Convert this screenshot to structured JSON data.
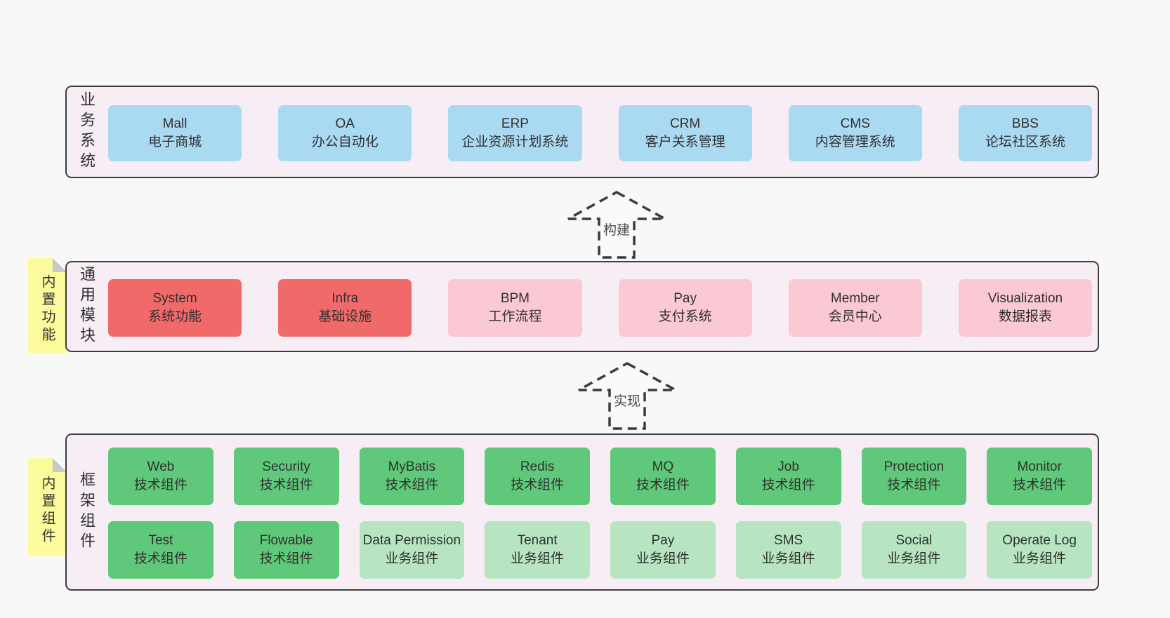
{
  "colors": {
    "page_bg": "#f8f8f8",
    "panel_bg": "#f7edf5",
    "panel_border": "#3e3e3e",
    "blue": "#aad9f2",
    "red": "#f16a6a",
    "pink": "#fac9d3",
    "green": "#5fc87a",
    "green_light": "#b7e5c1",
    "note_yellow": "#fbfa9c",
    "note_fold": "#c9c9c9",
    "text": "#303030"
  },
  "layers": {
    "business": {
      "side_label": "业务系统",
      "boxes": [
        {
          "en": "Mall",
          "zh": "电子商城"
        },
        {
          "en": "OA",
          "zh": "办公自动化"
        },
        {
          "en": "ERP",
          "zh": "企业资源计划系统"
        },
        {
          "en": "CRM",
          "zh": "客户关系管理"
        },
        {
          "en": "CMS",
          "zh": "内容管理系统"
        },
        {
          "en": "BBS",
          "zh": "论坛社区系统"
        }
      ]
    },
    "modules": {
      "side_label": "通用模块",
      "note": "内置功能",
      "boxes": [
        {
          "en": "System",
          "zh": "系统功能",
          "variant": "red"
        },
        {
          "en": "Infra",
          "zh": "基础设施",
          "variant": "red"
        },
        {
          "en": "BPM",
          "zh": "工作流程",
          "variant": "pink"
        },
        {
          "en": "Pay",
          "zh": "支付系统",
          "variant": "pink"
        },
        {
          "en": "Member",
          "zh": "会员中心",
          "variant": "pink"
        },
        {
          "en": "Visualization",
          "zh": "数据报表",
          "variant": "pink"
        }
      ]
    },
    "components": {
      "side_label": "框架组件",
      "note": "内置组件",
      "row1": [
        {
          "en": "Web",
          "zh": "技术组件"
        },
        {
          "en": "Security",
          "zh": "技术组件"
        },
        {
          "en": "MyBatis",
          "zh": "技术组件"
        },
        {
          "en": "Redis",
          "zh": "技术组件"
        },
        {
          "en": "MQ",
          "zh": "技术组件"
        },
        {
          "en": "Job",
          "zh": "技术组件"
        },
        {
          "en": "Protection",
          "zh": "技术组件"
        },
        {
          "en": "Monitor",
          "zh": "技术组件"
        }
      ],
      "row2": [
        {
          "en": "Test",
          "zh": "技术组件",
          "variant": "green"
        },
        {
          "en": "Flowable",
          "zh": "技术组件",
          "variant": "green"
        },
        {
          "en": "Data Permission",
          "zh": "业务组件",
          "variant": "green-light"
        },
        {
          "en": "Tenant",
          "zh": "业务组件",
          "variant": "green-light"
        },
        {
          "en": "Pay",
          "zh": "业务组件",
          "variant": "green-light"
        },
        {
          "en": "SMS",
          "zh": "业务组件",
          "variant": "green-light"
        },
        {
          "en": "Social",
          "zh": "业务组件",
          "variant": "green-light"
        },
        {
          "en": "Operate Log",
          "zh": "业务组件",
          "variant": "green-light"
        }
      ]
    }
  },
  "arrows": {
    "build": "构建",
    "implement": "实现"
  }
}
